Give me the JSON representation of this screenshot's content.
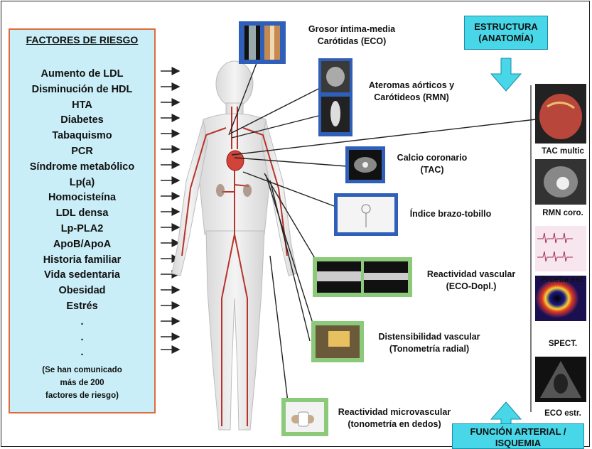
{
  "risk_factors": {
    "title": "FACTORES DE RIESGO",
    "items": [
      "Aumento de LDL",
      "Disminución de HDL",
      "HTA",
      "Diabetes",
      "Tabaquismo",
      "PCR",
      "Síndrome metabólico",
      "Lp(a)",
      "Homocisteína",
      "LDL densa",
      "Lp-PLA2",
      "ApoB/ApoA",
      "Historia familiar",
      "Vida sedentaria",
      "Obesidad",
      "Estrés",
      ".",
      ".",
      "."
    ],
    "note": [
      "(Se han comunicado",
      "más de 200",
      "factores de riesgo)"
    ]
  },
  "tests": {
    "grosor": [
      "Grosor íntima-media",
      "Carótidas (ECO)"
    ],
    "ateromas": [
      "Ateromas aórticos y",
      "Carótideos (RMN)"
    ],
    "calcio": [
      "Calcio coronario",
      "(TAC)"
    ],
    "indice": [
      "Índice brazo-tobillo"
    ],
    "reactividad": [
      "Reactividad vascular",
      "(ECO-Dopl.)"
    ],
    "distensibilidad": [
      "Distensibilidad vascular",
      "(Tonometría radial)"
    ],
    "microvascular": [
      "Reactividad microvascular",
      "(tonometría en dedos)"
    ]
  },
  "estructura": [
    "ESTRUCTURA",
    "(ANATOMÍA)"
  ],
  "funcion": [
    "FUNCIÓN ARTERIAL /",
    "ISQUEMIA"
  ],
  "side_images": [
    "TAC multic",
    "RMN coro.",
    "Prueba esf.",
    "SPECT.",
    "ECO estr."
  ],
  "colors": {
    "risk_bg": "#c9eef7",
    "risk_border": "#e06a3a",
    "cyan": "#47d7e8",
    "blue_frame": "#2f5fb8",
    "green_frame": "#8cc97a",
    "artery": "#b8332a"
  }
}
